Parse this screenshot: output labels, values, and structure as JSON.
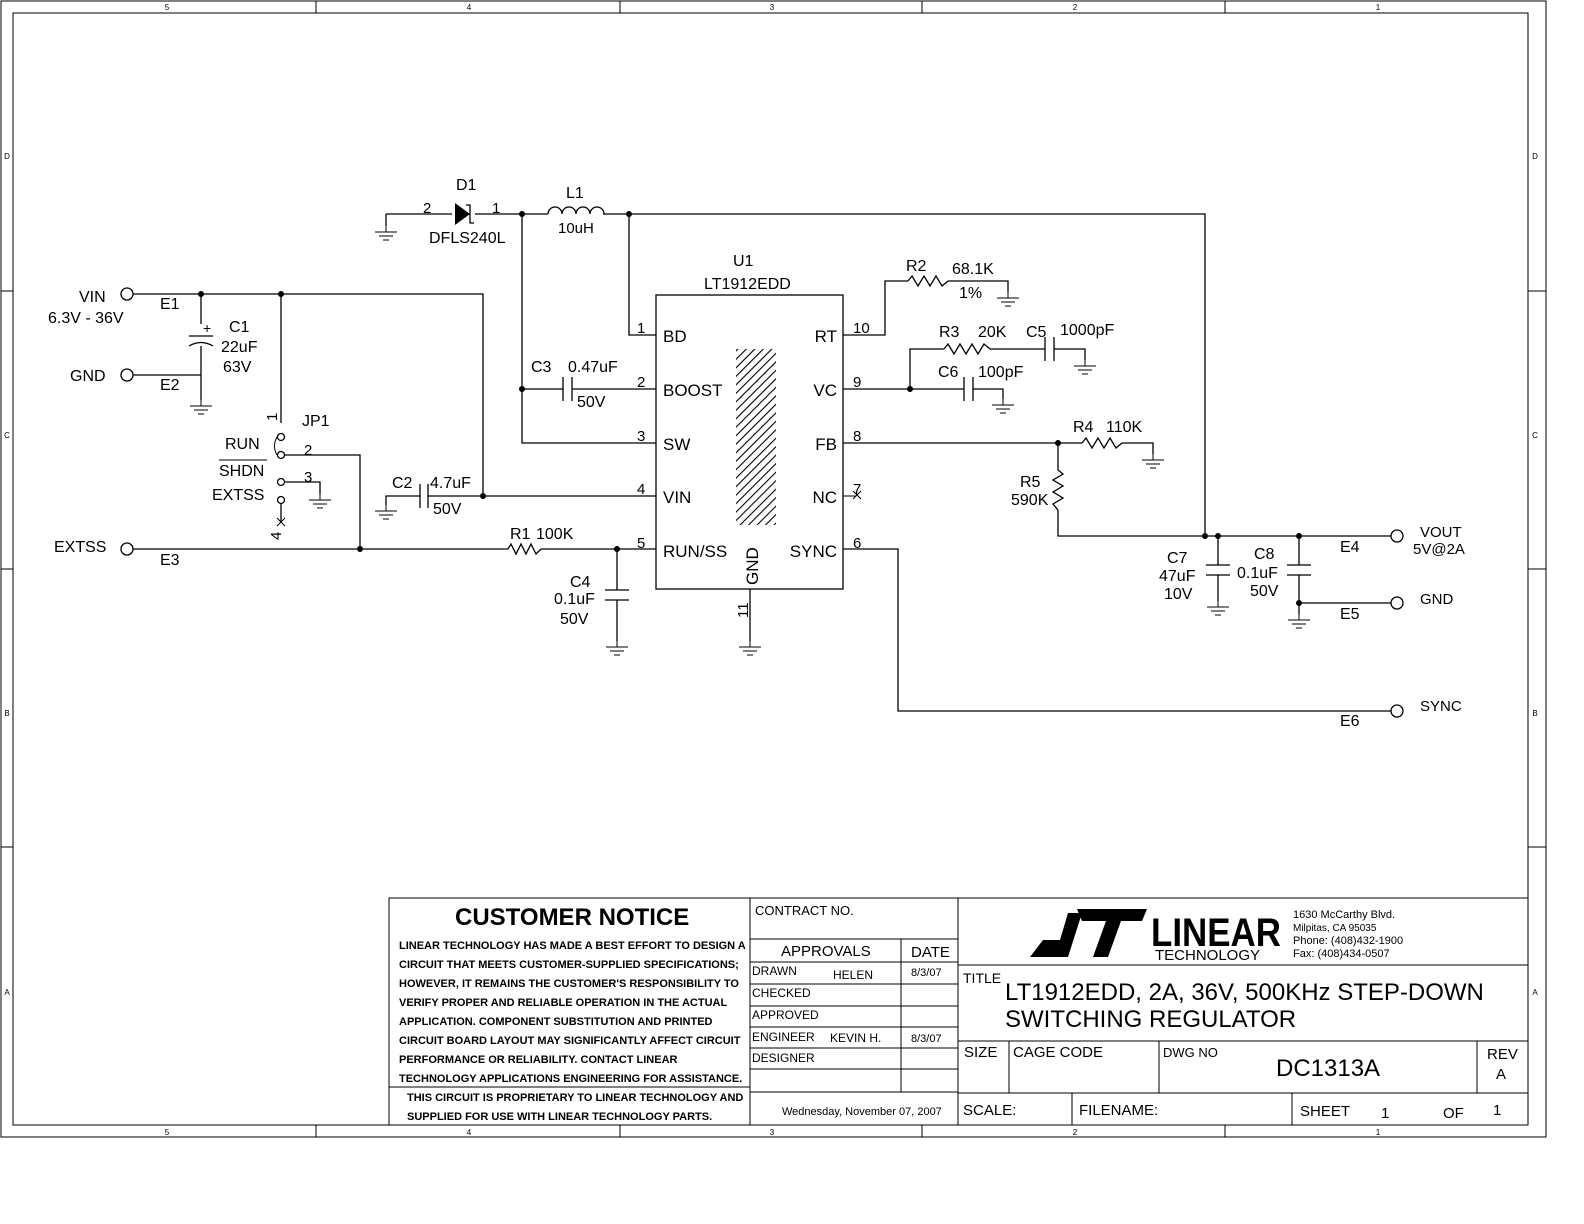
{
  "border": {
    "columns": [
      "5",
      "4",
      "3",
      "2",
      "1"
    ],
    "rows": [
      "D",
      "C",
      "B",
      "A"
    ]
  },
  "schematic": {
    "u1": {
      "ref": "U1",
      "part": "LT1912EDD",
      "left_pins": [
        {
          "num": "1",
          "name": "BD"
        },
        {
          "num": "2",
          "name": "BOOST"
        },
        {
          "num": "3",
          "name": "SW"
        },
        {
          "num": "4",
          "name": "VIN"
        },
        {
          "num": "5",
          "name": "RUN/SS"
        }
      ],
      "right_pins": [
        {
          "num": "10",
          "name": "RT"
        },
        {
          "num": "9",
          "name": "VC"
        },
        {
          "num": "8",
          "name": "FB"
        },
        {
          "num": "7",
          "name": "NC"
        },
        {
          "num": "6",
          "name": "SYNC"
        }
      ],
      "gnd_pin": {
        "num": "11",
        "name": "GND"
      }
    },
    "d1": {
      "ref": "D1",
      "part": "DFLS240L",
      "pin_a": "2",
      "pin_k": "1"
    },
    "l1": {
      "ref": "L1",
      "value": "10uH"
    },
    "c1": {
      "ref": "C1",
      "value": "22uF",
      "voltage": "63V"
    },
    "c2": {
      "ref": "C2",
      "value": "4.7uF",
      "voltage": "50V"
    },
    "c3": {
      "ref": "C3",
      "value": "0.47uF",
      "voltage": "50V"
    },
    "c4": {
      "ref": "C4",
      "value": "0.1uF",
      "voltage": "50V"
    },
    "c5": {
      "ref": "C5",
      "value": "1000pF"
    },
    "c6": {
      "ref": "C6",
      "value": "100pF"
    },
    "c7": {
      "ref": "C7",
      "value": "47uF",
      "voltage": "10V"
    },
    "c8": {
      "ref": "C8",
      "value": "0.1uF",
      "voltage": "50V"
    },
    "r1": {
      "ref": "R1",
      "value": "100K"
    },
    "r2": {
      "ref": "R2",
      "value": "68.1K",
      "tol": "1%"
    },
    "r3": {
      "ref": "R3",
      "value": "20K"
    },
    "r4": {
      "ref": "R4",
      "value": "110K"
    },
    "r5": {
      "ref": "R5",
      "value": "590K"
    },
    "jp1": {
      "ref": "JP1",
      "pin1": "1",
      "pin2": "2",
      "pin3": "3",
      "pin4": "4",
      "run": "RUN",
      "shdn": "SHDN",
      "extss": "EXTSS"
    },
    "e1": {
      "ref": "E1",
      "label": "VIN",
      "sub": "6.3V - 36V"
    },
    "e2": {
      "ref": "E2",
      "label": "GND"
    },
    "e3": {
      "ref": "E3",
      "label": "EXTSS"
    },
    "e4": {
      "ref": "E4",
      "label": "VOUT",
      "sub": "5V@2A"
    },
    "e5": {
      "ref": "E5",
      "label": "GND"
    },
    "e6": {
      "ref": "E6",
      "label": "SYNC"
    },
    "plus": "+"
  },
  "title_block": {
    "notice_title": "CUSTOMER NOTICE",
    "notice_lines": [
      "LINEAR TECHNOLOGY HAS MADE A BEST EFFORT TO DESIGN A",
      "CIRCUIT THAT MEETS CUSTOMER-SUPPLIED SPECIFICATIONS;",
      "HOWEVER, IT REMAINS THE CUSTOMER'S RESPONSIBILITY TO",
      "VERIFY PROPER AND RELIABLE OPERATION IN THE ACTUAL",
      "APPLICATION.  COMPONENT SUBSTITUTION AND PRINTED",
      "CIRCUIT BOARD LAYOUT MAY SIGNIFICANTLY AFFECT CIRCUIT",
      "PERFORMANCE OR RELIABILITY.  CONTACT LINEAR",
      "TECHNOLOGY APPLICATIONS ENGINEERING FOR ASSISTANCE."
    ],
    "proprietary_lines": [
      "THIS CIRCUIT IS PROPRIETARY TO LINEAR TECHNOLOGY AND",
      "SUPPLIED FOR USE WITH LINEAR TECHNOLOGY PARTS."
    ],
    "contract_label": "CONTRACT NO.",
    "approvals_label": "APPROVALS",
    "date_label": "DATE",
    "approval_rows": [
      {
        "role": "DRAWN",
        "name": "HELEN",
        "date": "8/3/07"
      },
      {
        "role": "CHECKED",
        "name": "",
        "date": ""
      },
      {
        "role": "APPROVED",
        "name": "",
        "date": ""
      },
      {
        "role": "ENGINEER",
        "name": "KEVIN H.",
        "date": "8/3/07"
      },
      {
        "role": "DESIGNER",
        "name": "",
        "date": ""
      }
    ],
    "print_date": "Wednesday, November 07, 2007",
    "logo_text": "LINEAR",
    "logo_sub": "TECHNOLOGY",
    "address_lines": [
      "1630 McCarthy Blvd.",
      "Milpitas, CA 95035",
      "Phone: (408)432-1900",
      "Fax: (408)434-0507"
    ],
    "title_label": "TITLE",
    "title_line1": "LT1912EDD,   2A, 36V, 500KHz STEP-DOWN",
    "title_line2": "SWITCHING REGULATOR",
    "size_label": "SIZE",
    "cage_label": "CAGE CODE",
    "dwg_label": "DWG NO",
    "dwg_no": "DC1313A",
    "rev_label": "REV",
    "rev": "A",
    "scale_label": "SCALE:",
    "filename_label": "FILENAME:",
    "sheet_label": "SHEET",
    "sheet_num": "1",
    "of_label": "OF",
    "sheet_total": "1"
  }
}
